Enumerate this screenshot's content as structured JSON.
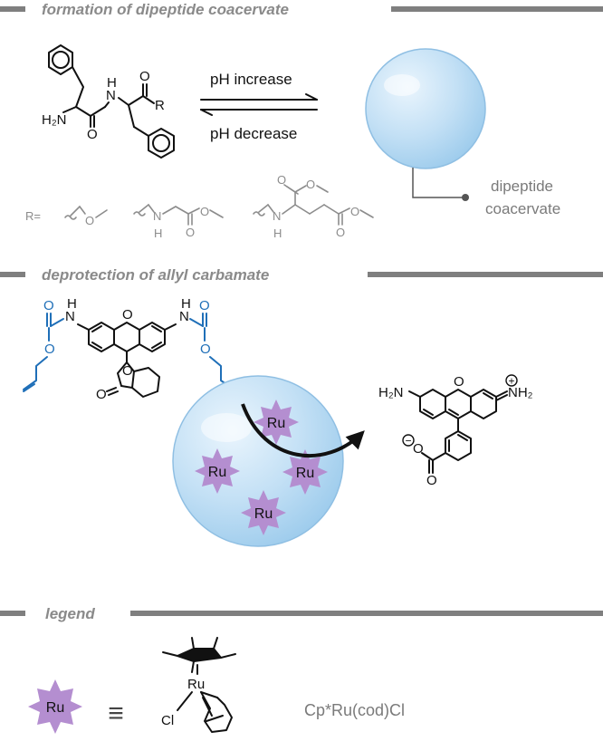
{
  "sections": {
    "formation": "formation of dipeptide coacervate",
    "deprotection": "deprotection of allyl carbamate",
    "legend": "legend"
  },
  "arrows": {
    "forward": "pH increase",
    "reverse": "pH decrease"
  },
  "coacervate_label": [
    "dipeptide",
    "coacervate"
  ],
  "r_label": "R=",
  "atoms": {
    "h2n": "H₂N",
    "nh": "N",
    "h": "H",
    "o": "O",
    "r": "R",
    "nh2": "NH₂",
    "minus": "−",
    "plus": "+",
    "cl": "Cl"
  },
  "catalyst_symbol": "Ru",
  "equivalence": "≡",
  "catalyst_formula": "Cp*Ru(cod)Cl",
  "colors": {
    "header_bar": "#7f7f7f",
    "sphere": "#bcdcf3",
    "ru_star": "#b48ed0",
    "protecting_group": "#1f6fb8"
  }
}
